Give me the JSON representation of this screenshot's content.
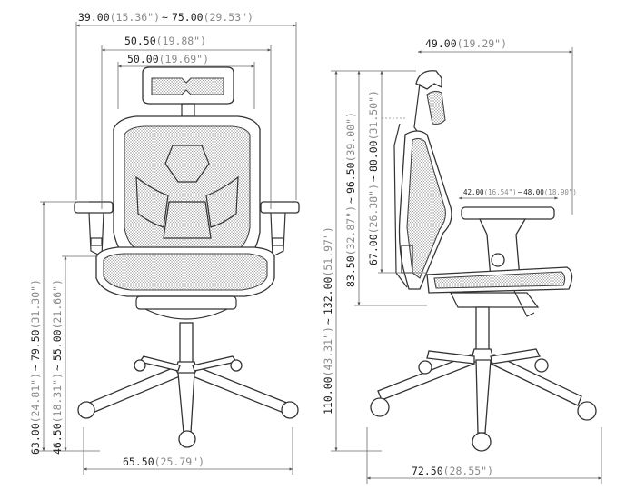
{
  "dimensions": {
    "width_range": {
      "v1": "39.00",
      "v1_in": "(15.36\")",
      "sep": "~",
      "v2": "75.00",
      "v2_in": "(29.53\")"
    },
    "armrest_width": {
      "v": "50.50",
      "v_in": "(19.88\")"
    },
    "headrest_width": {
      "v": "50.00",
      "v_in": "(19.69\")"
    },
    "depth_top": {
      "v": "49.00",
      "v_in": "(19.29\")"
    },
    "seat_depth": {
      "v1": "42.00",
      "v1_in": "(16.54\")",
      "sep": "~",
      "v2": "48.00",
      "v2_in": "(18.90\")"
    },
    "total_height": {
      "v1": "110.00",
      "v1_in": "(43.31\")",
      "sep": "~",
      "v2": "132.00",
      "v2_in": "(51.97\")"
    },
    "back_height_outer": {
      "v1": "83.50",
      "v1_in": "(32.87\")",
      "sep": "~",
      "v2": "96.50",
      "v2_in": "(39.00\")"
    },
    "back_height_inner": {
      "v1": "67.00",
      "v1_in": "(26.38\")",
      "sep": "~",
      "v2": "80.00",
      "v2_in": "(31.50\")"
    },
    "armrest_height": {
      "v1": "63.00",
      "v1_in": "(24.81\")",
      "sep": "~",
      "v2": "79.50",
      "v2_in": "(31.30\")"
    },
    "seat_height": {
      "v1": "46.50",
      "v1_in": "(18.31\")",
      "sep": "~",
      "v2": "55.00",
      "v2_in": "(21.66\")"
    },
    "base_width": {
      "v": "65.50",
      "v_in": "(25.79\")"
    },
    "base_depth": {
      "v": "72.50",
      "v_in": "(28.55\")"
    }
  }
}
